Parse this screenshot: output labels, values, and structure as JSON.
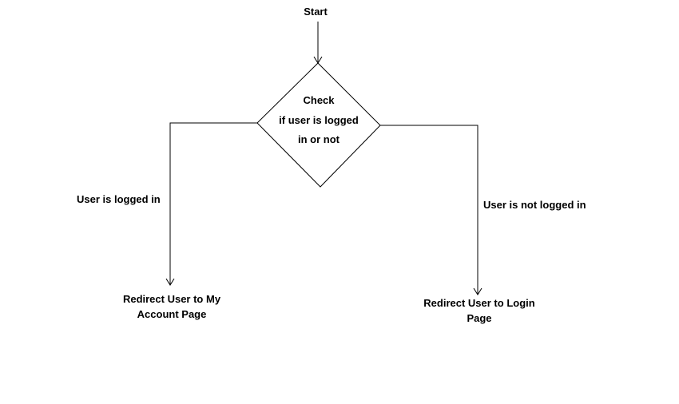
{
  "diagram": {
    "start_label": "Start",
    "decision_lines": [
      "Check",
      "if user is logged",
      "in or not"
    ],
    "left_branch_label": "User is logged in",
    "right_branch_label": "User is not logged in",
    "left_outcome": "Redirect User to My Account Page",
    "right_outcome": "Redirect User to Login Page",
    "colors": {
      "stroke": "#000000",
      "background": "#ffffff",
      "text": "#000000"
    }
  }
}
